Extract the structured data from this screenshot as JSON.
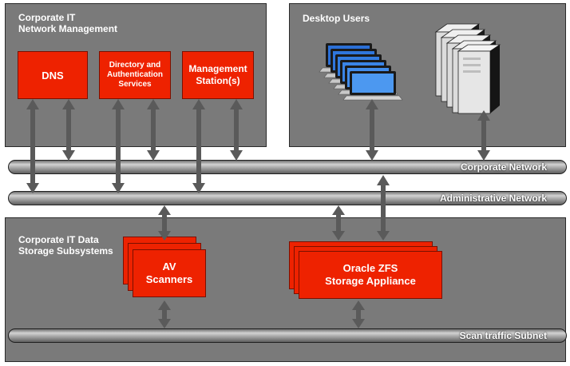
{
  "panels": {
    "network_mgmt": {
      "title": "Corporate IT\nNetwork Management"
    },
    "desktop_users": {
      "title": "Desktop Users"
    },
    "storage": {
      "title": "Corporate IT Data\nStorage Subsystems"
    }
  },
  "components": {
    "dns": "DNS",
    "directory": "Directory and\nAuthentication\nServices",
    "management": "Management\nStation(s)",
    "av_scanners": "AV\nScanners",
    "zfs": "Oracle ZFS\nStorage Appliance"
  },
  "networks": {
    "corporate": "Corporate Network",
    "administrative": "Administrative Network",
    "scan": "Scan traffic Subnet"
  },
  "colors": {
    "component_red": "#ee2200",
    "panel_gray": "#7a7a7a",
    "arrow_gray": "#5a5a5a"
  },
  "icons": [
    "laptop-stack-icon",
    "server-stack-icon"
  ]
}
